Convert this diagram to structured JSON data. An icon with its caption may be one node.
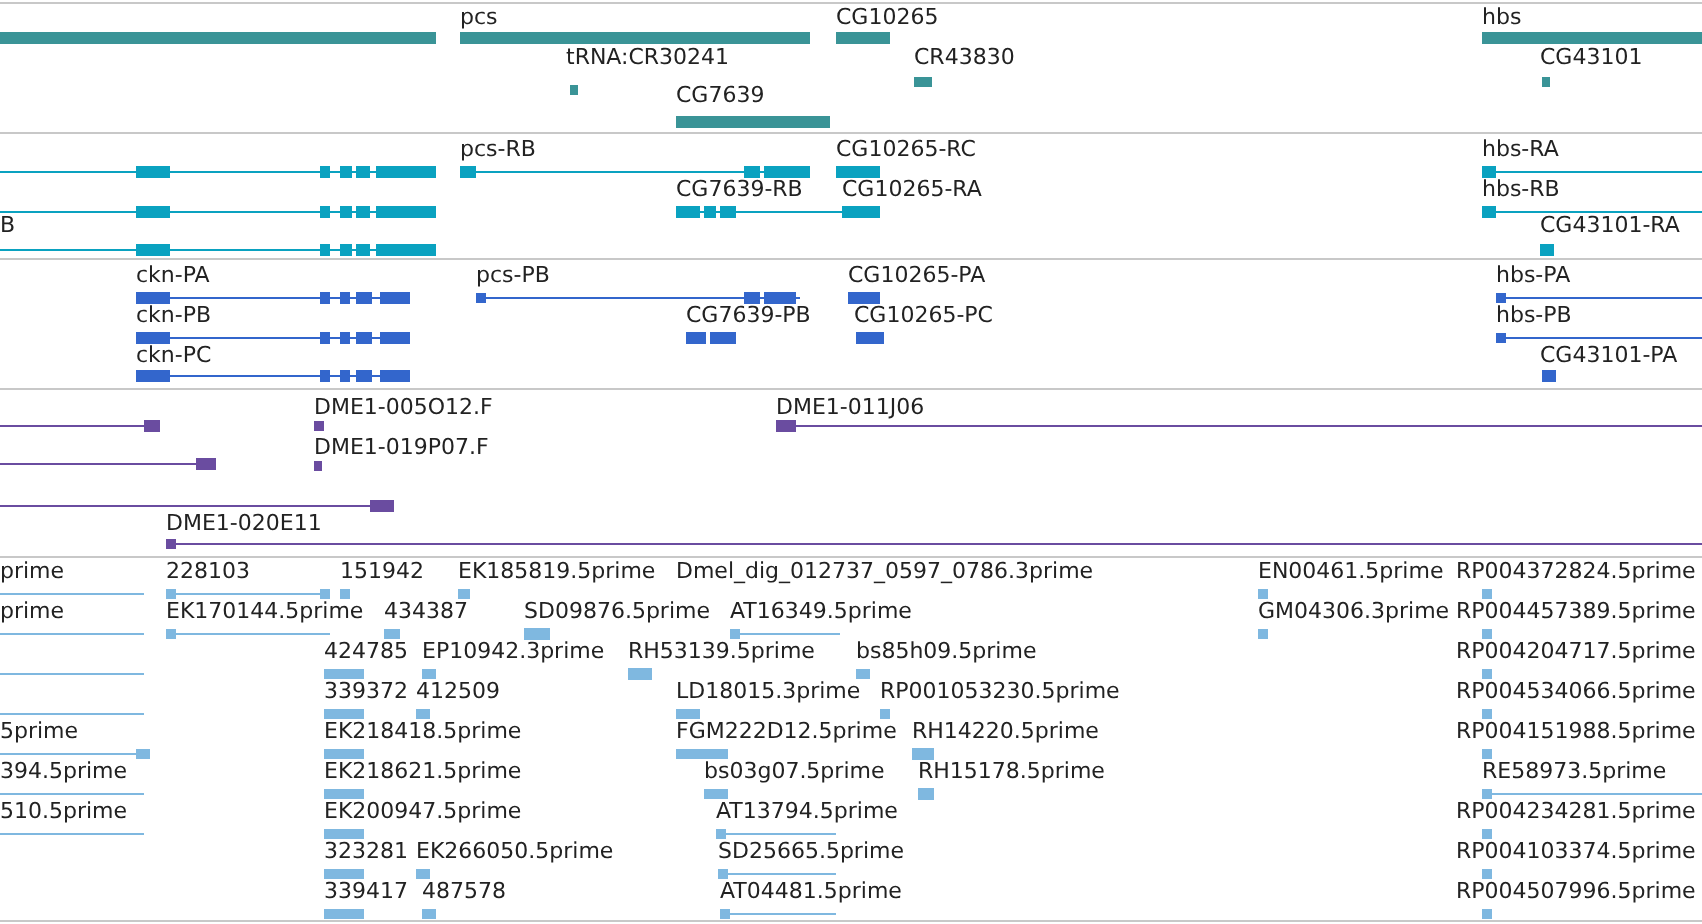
{
  "diagram": {
    "labels": [
      "pcs",
      "CG10265",
      "hbs",
      "tRNA:CR30241",
      "CR43830",
      "CG43101",
      "CG7639",
      "pcs-RB",
      "CG10265-RC",
      "hbs-RA",
      "CG7639-RB",
      "CG10265-RA",
      "hbs-RB",
      "B",
      "CG43101-RA",
      "ckn-PA",
      "pcs-PB",
      "CG10265-PA",
      "hbs-PA",
      "ckn-PB",
      "CG7639-PB",
      "CG10265-PC",
      "hbs-PB",
      "ckn-PC",
      "CG43101-PA",
      "DME1-005O12.F",
      "DME1-011J06",
      "DME1-019P07.F",
      "DME1-020E11",
      "prime",
      "228103",
      "151942",
      "EK185819.5prime",
      "Dmel_dig_012737_0597_0786.3prime",
      "EN00461.5prime",
      "RP004372824.5prime",
      "prime",
      "EK170144.5prime",
      "434387",
      "SD09876.5prime",
      "AT16349.5prime",
      "GM04306.3prime",
      "RP004457389.5prime",
      "424785",
      "EP10942.3prime",
      "RH53139.5prime",
      "bs85h09.5prime",
      "RP004204717.5prime",
      "339372",
      "412509",
      "LD18015.3prime",
      "RP001053230.5prime",
      "RP004534066.5prime",
      "5prime",
      "EK218418.5prime",
      "FGM222D12.5prime",
      "RH14220.5prime",
      "RP004151988.5prime",
      "394.5prime",
      "EK218621.5prime",
      "bs03g07.5prime",
      "RH15178.5prime",
      "RE58973.5prime",
      "510.5prime",
      "EK200947.5prime",
      "AT13794.5prime",
      "RP004234281.5prime",
      "323281",
      "EK266050.5prime",
      "SD25665.5prime",
      "RP004103374.5prime",
      "339417",
      "487578",
      "AT04481.5prime",
      "RP004507996.5prime"
    ]
  }
}
